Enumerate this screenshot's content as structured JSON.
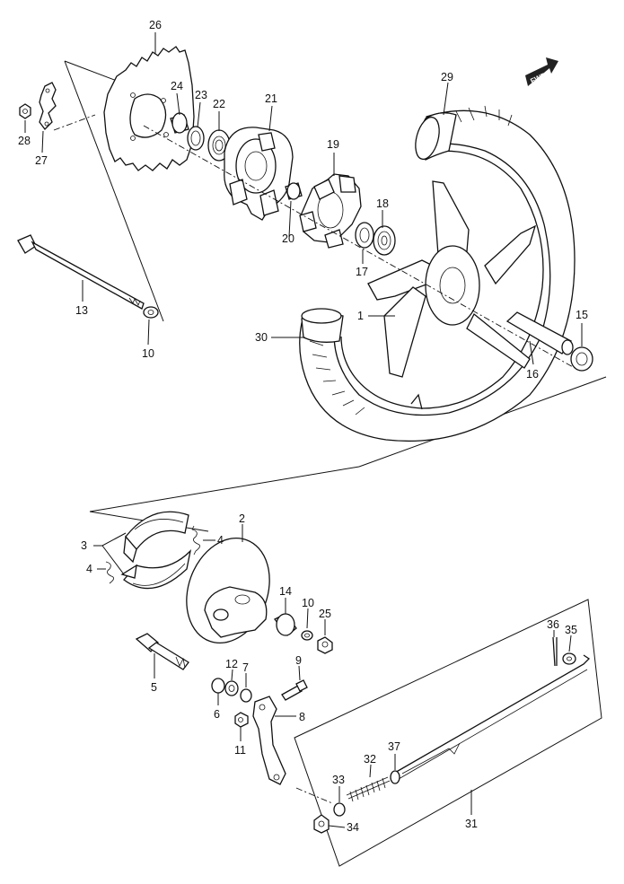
{
  "diagram": {
    "fwd_label": "FWD",
    "callouts": [
      "26",
      "24",
      "23",
      "22",
      "21",
      "28",
      "27",
      "19",
      "18",
      "20",
      "17",
      "29",
      "13",
      "10",
      "1",
      "30",
      "15",
      "16",
      "2",
      "3",
      "4",
      "4",
      "14",
      "10",
      "25",
      "5",
      "12",
      "7",
      "9",
      "6",
      "8",
      "11",
      "36",
      "35",
      "37",
      "32",
      "33",
      "34",
      "31"
    ]
  }
}
